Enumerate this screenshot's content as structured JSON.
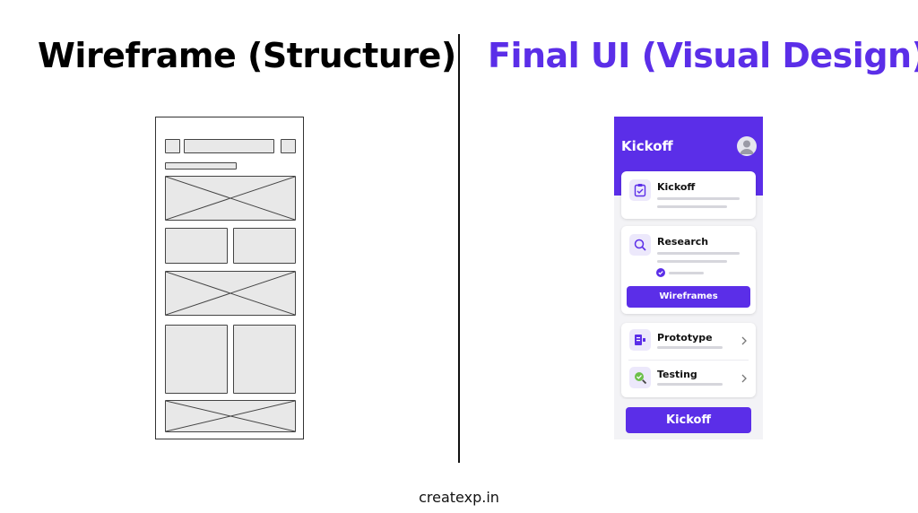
{
  "headings": {
    "left": "Wireframe (Structure)",
    "right": "Final UI (Visual Design)"
  },
  "footer": "createxp.in",
  "phone": {
    "app_title": "Kickoff",
    "cards": {
      "kickoff": {
        "title": "Kickoff",
        "icon": "clipboard-check-icon"
      },
      "research": {
        "title": "Research",
        "icon": "search-icon",
        "button": "Wireframes"
      },
      "prototype": {
        "title": "Prototype",
        "icon": "prototype-icon"
      },
      "testing": {
        "title": "Testing",
        "icon": "magnifier-check-icon"
      }
    },
    "bottom_button": "Kickoff"
  },
  "colors": {
    "accent": "#5b2ee8",
    "background": "#ffffff",
    "phone_background": "#f3f3f6",
    "wireframe_fill": "#e8e8e8"
  }
}
